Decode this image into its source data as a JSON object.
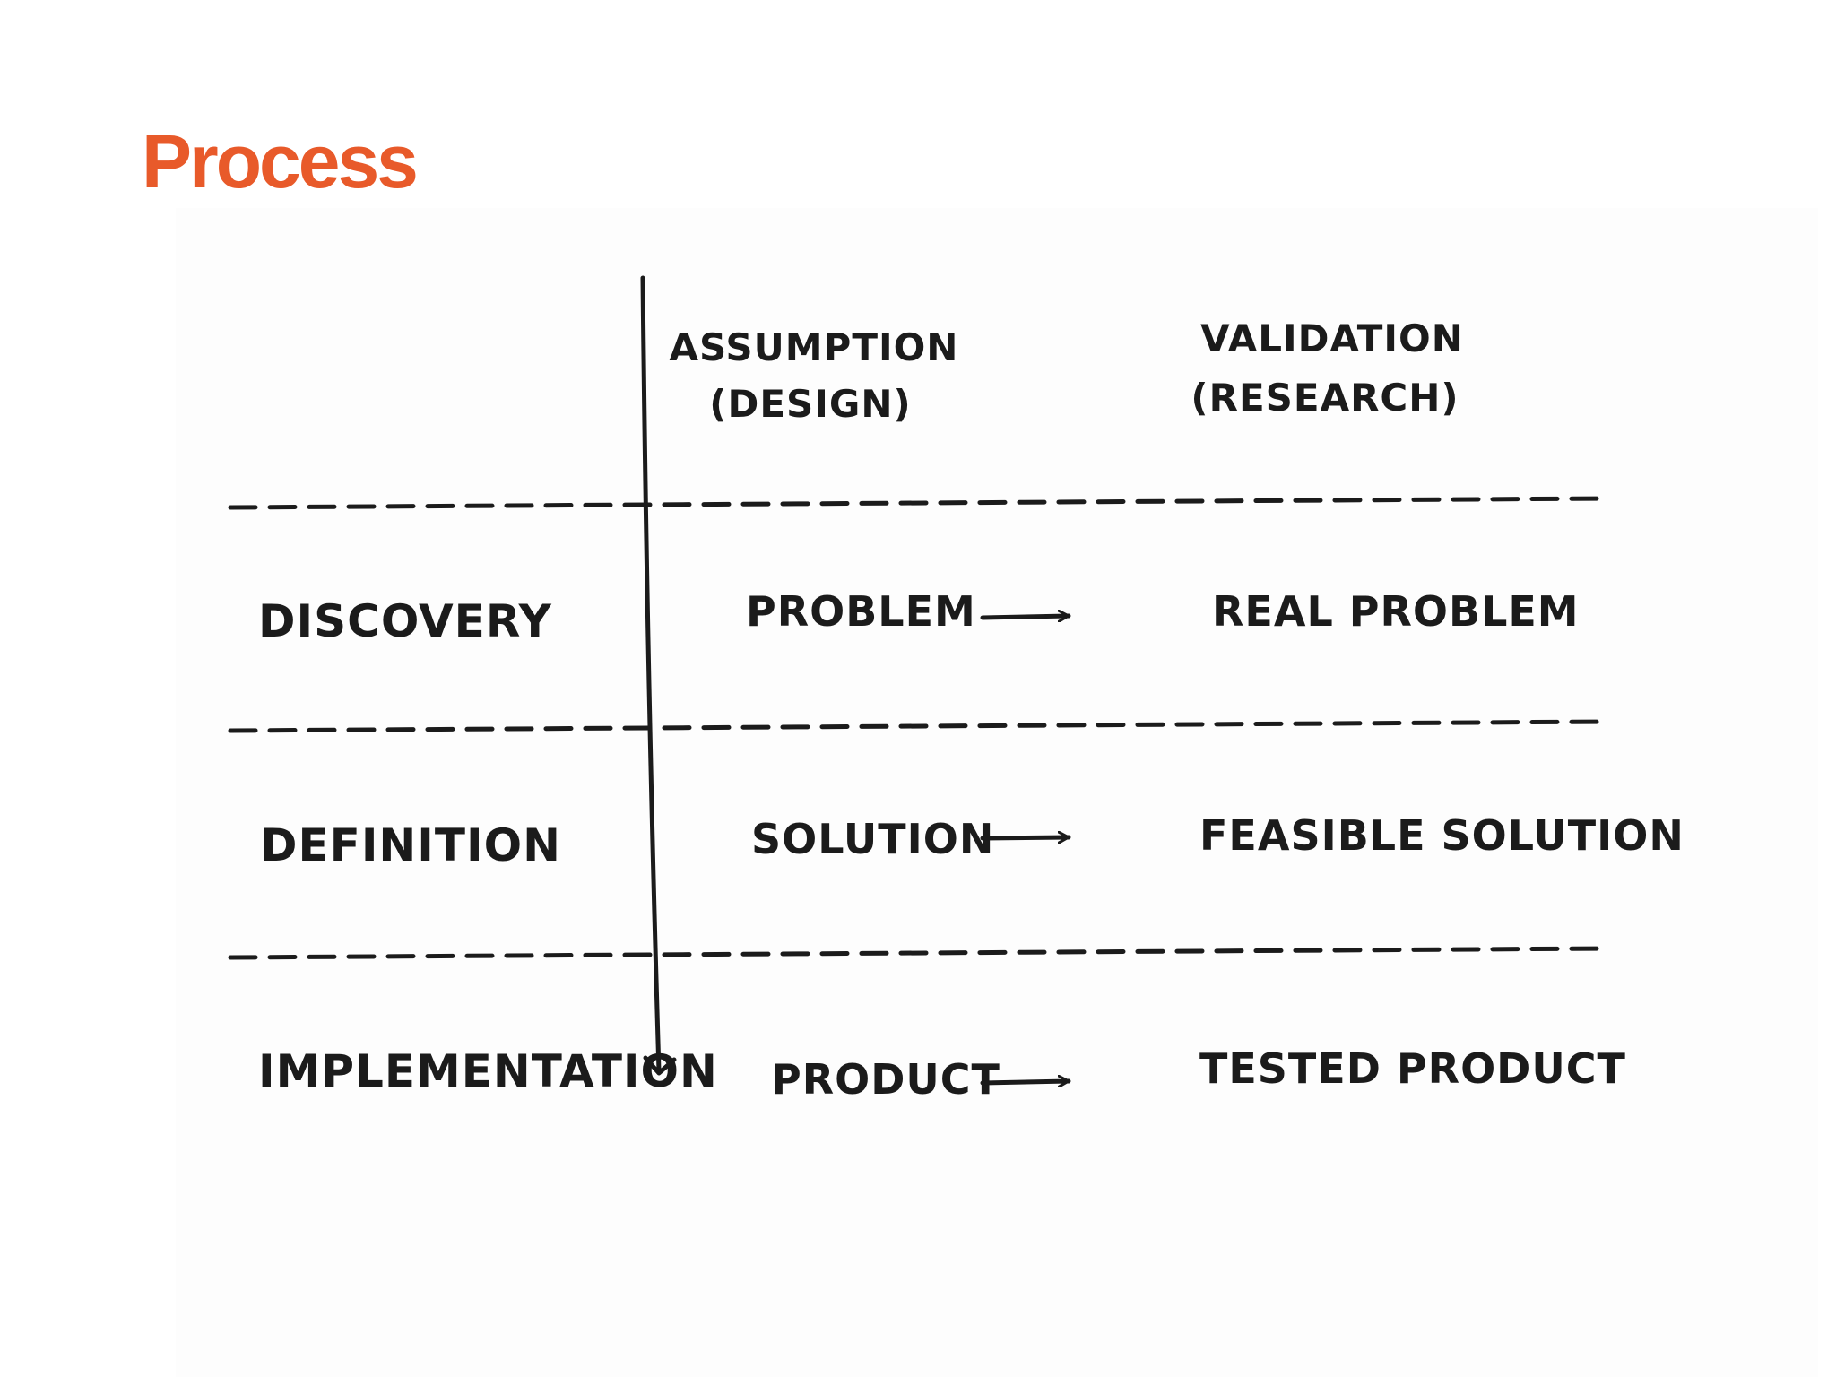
{
  "title": "Process",
  "colors": {
    "title": "#E85A2A",
    "ink": "#1b1b1b"
  },
  "columns": [
    {
      "line1": "ASSUMPTION",
      "line2": "(DESIGN)"
    },
    {
      "line1": "VALIDATION",
      "line2": "(RESEARCH)"
    }
  ],
  "rows": [
    {
      "stage": "DISCOVERY",
      "assumption": "PROBLEM",
      "validation": "REAL PROBLEM"
    },
    {
      "stage": "DEFINITION",
      "assumption": "SOLUTION",
      "validation": "FEASIBLE SOLUTION"
    },
    {
      "stage": "IMPLEMENTATION",
      "assumption": "PRODUCT",
      "validation": "TESTED PRODUCT"
    }
  ]
}
